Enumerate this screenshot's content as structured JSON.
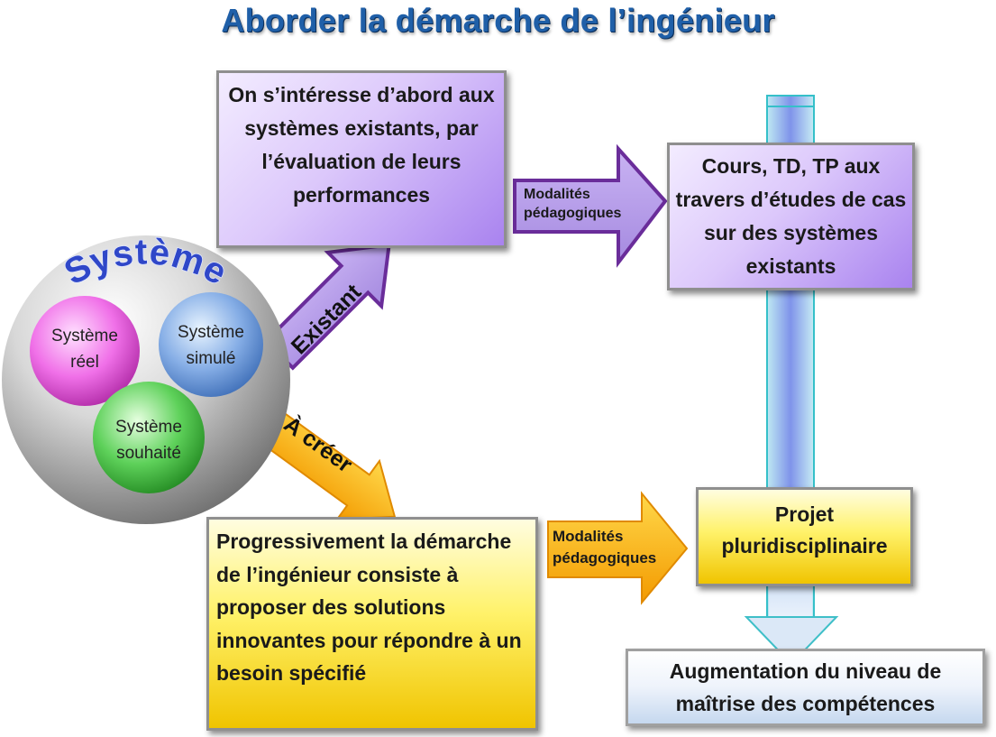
{
  "title": "Aborder la démarche de l’ingénieur",
  "system": {
    "label": "Système",
    "reel": "Système réel",
    "simule": "Système simulé",
    "souhaite": "Système souhaité"
  },
  "arrows": {
    "existant": "Existant",
    "a_creer": "À créer",
    "modalites_top": "Modalités pédagogiques",
    "modalites_bottom": "Modalités pédagogiques"
  },
  "boxes": {
    "existants": "On s’intéresse d’abord aux systèmes existants, par l’évaluation de leurs performances",
    "cours": "Cours, TD, TP aux travers d’études de cas sur des systèmes existants",
    "progressivement": "Progressivement la démarche de l’ingénieur consiste à proposer des solutions innovantes pour répondre à un besoin spécifié",
    "projet": "Projet pluridisciplinaire",
    "augmentation": "Augmentation du niveau de maîtrise des compétences"
  }
}
